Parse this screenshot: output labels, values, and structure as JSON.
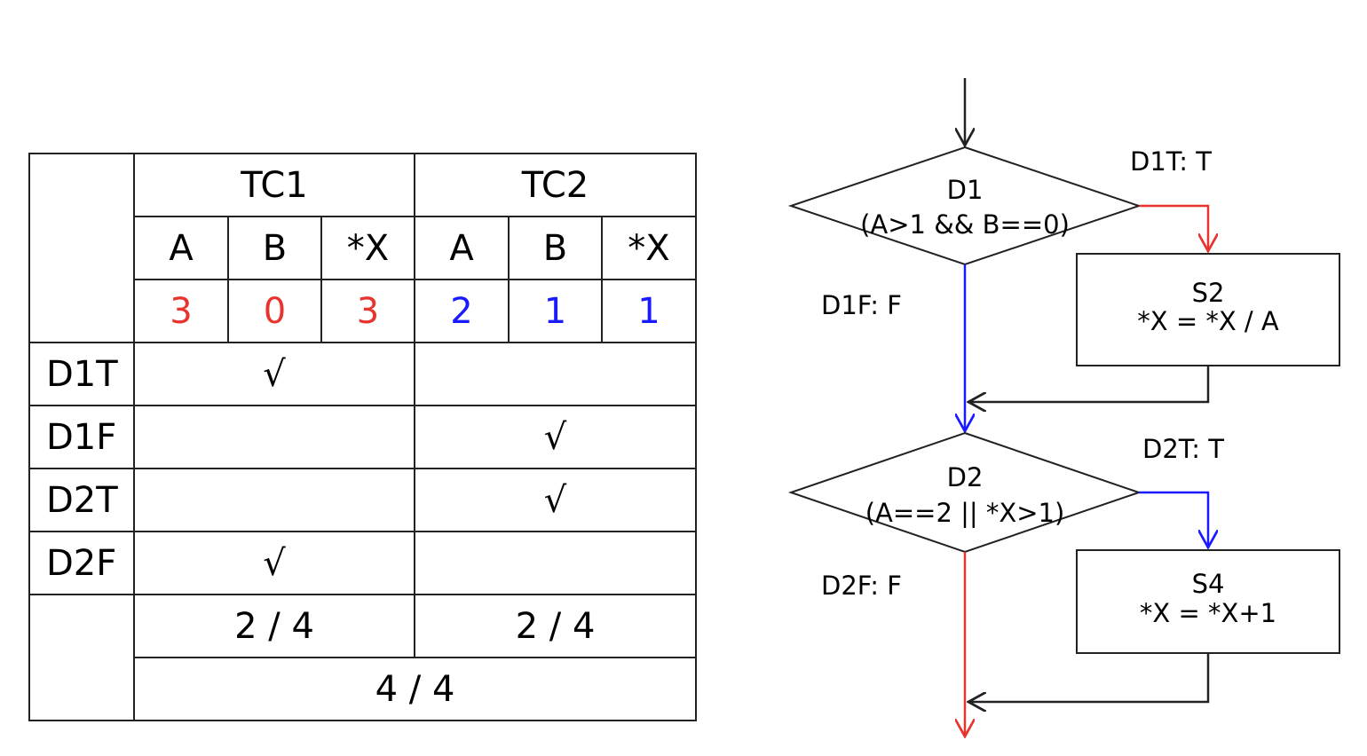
{
  "table": {
    "test_cases": [
      "TC1",
      "TC2"
    ],
    "variables": [
      "A",
      "B",
      "*X",
      "A",
      "B",
      "*X"
    ],
    "values": [
      {
        "text": "3",
        "color": "#e8342f"
      },
      {
        "text": "0",
        "color": "#e8342f"
      },
      {
        "text": "3",
        "color": "#e8342f"
      },
      {
        "text": "2",
        "color": "#1a1aff"
      },
      {
        "text": "1",
        "color": "#1a1aff"
      },
      {
        "text": "1",
        "color": "#1a1aff"
      }
    ],
    "rows": [
      {
        "label": "D1T",
        "tc1": "√",
        "tc2": ""
      },
      {
        "label": "D1F",
        "tc1": "",
        "tc2": "√"
      },
      {
        "label": "D2T",
        "tc1": "",
        "tc2": "√"
      },
      {
        "label": "D2F",
        "tc1": "√",
        "tc2": ""
      }
    ],
    "per_tc_coverage": [
      "2 / 4",
      "2 / 4"
    ],
    "total_coverage": "4 / 4"
  },
  "flowchart": {
    "d1": {
      "name": "D1",
      "condition": "(A>1 && B==0)"
    },
    "d1_true_label": "D1T: T",
    "d1_false_label": "D1F: F",
    "s2": {
      "name": "S2",
      "statement": "*X = *X / A"
    },
    "d2": {
      "name": "D2",
      "condition": "(A==2 ||  *X>1)"
    },
    "d2_true_label": "D2T: T",
    "d2_false_label": "D2F: F",
    "s4": {
      "name": "S4",
      "statement": "*X = *X+1"
    },
    "colors": {
      "true_path_d1": "#e8342f",
      "false_path_d1": "#1a1aff",
      "true_path_d2": "#1a1aff",
      "false_path_d2": "#e8342f",
      "line": "#222222"
    }
  }
}
